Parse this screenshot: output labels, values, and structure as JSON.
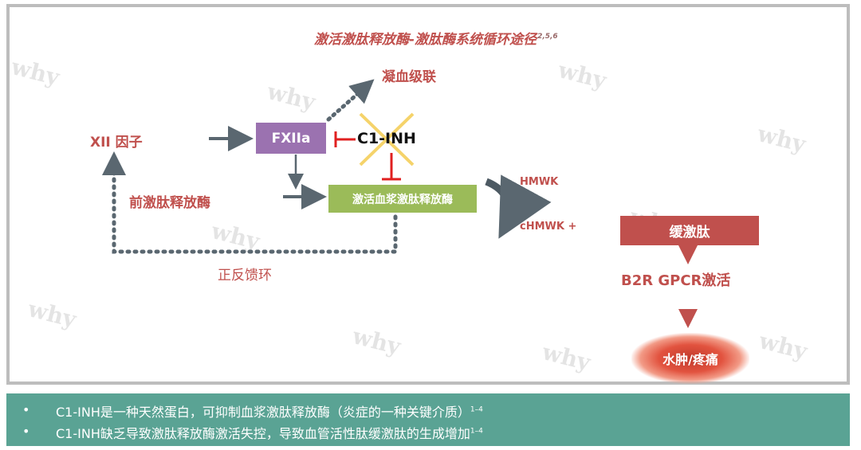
{
  "title": {
    "main": "激活激肽释放酶-激肽酶系统循环途径",
    "ref": "2,5,6"
  },
  "nodes": {
    "coag": "凝血级联",
    "factor12": "XII 因子",
    "fxiia": "FXIIa",
    "c1inh": "C1-INH",
    "prekallikrein": "前激肽释放酶",
    "plasma_kallikrein": "激活血浆激肽释放酶",
    "hmwk": "HMWK",
    "chmwk": "cHMWK +",
    "bradykinin": "缓激肽",
    "b2r": "B2R GPCR激活",
    "edema": "水肿/疼痛",
    "feedback": "正反馈环"
  },
  "watermark": "why",
  "bullets": [
    {
      "mark": "•",
      "text": "C1-INH是一种天然蛋白，可抑制血浆激肽释放酶（炎症的一种关键介质）",
      "ref": "1–4"
    },
    {
      "mark": "•",
      "text": "C1-INH缺乏导致激肽释放酶激活失控，导致血管活性肽缓激肽的生成增加",
      "ref": "1–4"
    }
  ],
  "colors": {
    "purple_box": "#9b72b0",
    "green_box": "#9bbb59",
    "red_box": "#c0504d",
    "title": "#c0504d",
    "footer": "#5aa394",
    "arrow": "#5a6770",
    "inhibit": "#e02020",
    "cross": "#f5d36a"
  }
}
